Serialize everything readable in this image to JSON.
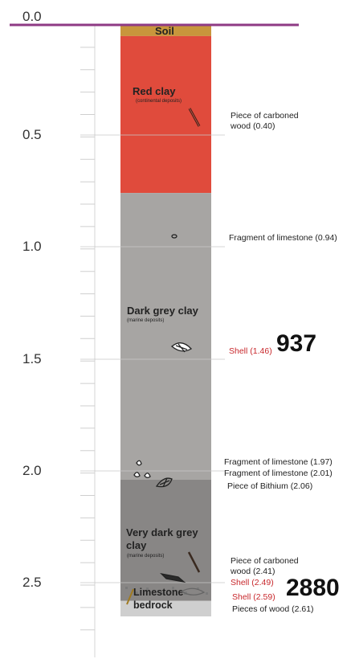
{
  "depth_axis": {
    "ticks": [
      "0.0",
      "0.5",
      "1.0",
      "1.5",
      "2.0",
      "2.5"
    ]
  },
  "layers": {
    "soil": {
      "name": "Soil",
      "top": 0.0,
      "bottom": 0.05,
      "color": "#c8963c"
    },
    "red_clay": {
      "name": "Red clay",
      "note": "(continental deposits)",
      "top": 0.05,
      "bottom": 0.75,
      "color": "#e04b3c"
    },
    "dark_grey_clay": {
      "name": "Dark grey clay",
      "note": "(marine deposits)",
      "top": 0.75,
      "bottom": 2.03,
      "color": "#a7a5a3"
    },
    "very_dark_grey_clay": {
      "name_line1": "Very dark grey",
      "name_line2": "clay",
      "note": "(marine deposits)",
      "top": 2.03,
      "bottom": 2.57,
      "color": "#888685"
    },
    "limestone_bedrock": {
      "name_line1": "Limestone",
      "name_line2": "bedrock",
      "top": 2.57,
      "bottom": 2.64,
      "color": "#cfcfcf"
    }
  },
  "finds": {
    "carboned_wood_040_line1": "Piece of carboned",
    "carboned_wood_040_line2": "wood (0.40)",
    "limestone_094": "Fragment of limestone (0.94)",
    "shell_146": "Shell (1.46)",
    "limestone_197": "Fragment of limestone (1.97)",
    "limestone_201": "Fragment of limestone (2.01)",
    "bithium_206": "Piece of Bithium (2.06)",
    "carboned_wood_241_line1": "Piece of carboned",
    "carboned_wood_241_line2": "wood (2.41)",
    "shell_249": "Shell (2.49)",
    "shell_259": "Shell (2.59)",
    "wood_261": "Pieces of wood (2.61)"
  },
  "counts": {
    "upper": "937",
    "lower": "2880"
  },
  "colors": {
    "surface_line": "#8e3a84",
    "red_text": "#c8282c"
  }
}
